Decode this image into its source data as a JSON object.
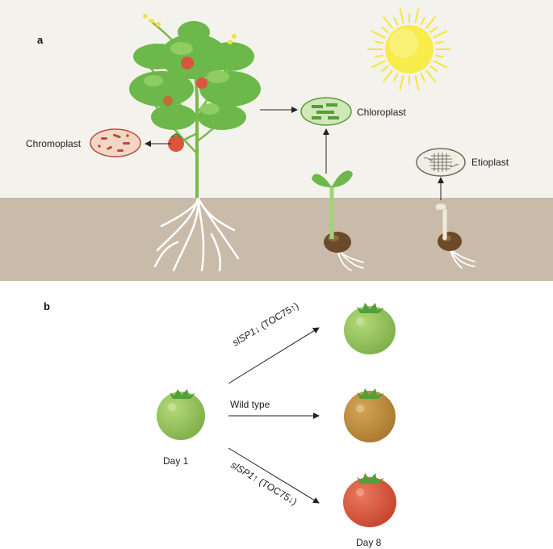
{
  "panel_a": {
    "label": "a",
    "chromoplast": "Chromoplast",
    "chloroplast": "Chloroplast",
    "etioplast": "Etioplast"
  },
  "panel_b": {
    "label": "b",
    "day_start": "Day 1",
    "day_end": "Day 8",
    "arrow_up": {
      "gene": "slSP1",
      "suffix": "↓ (TOC75↑)"
    },
    "arrow_mid": "Wild type",
    "arrow_down": {
      "gene": "slSP1",
      "suffix": "↑ (TOC75↓)"
    }
  },
  "colors": {
    "sky": "#f4f2ec",
    "soil": "#c9bba9",
    "leaf": "#6cb84a",
    "fruit_green": "#96c05a",
    "fruit_orange": "#bf8f3c",
    "fruit_red": "#d9553d",
    "sun": "#f5e63c"
  }
}
